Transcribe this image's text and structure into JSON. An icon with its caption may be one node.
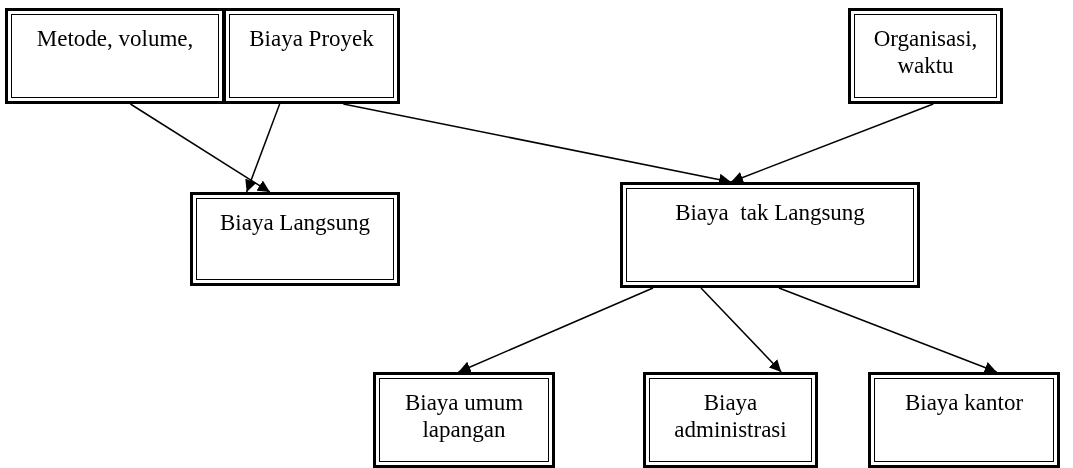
{
  "diagram": {
    "nodes": [
      {
        "text": [
          "Metode, volume,"
        ]
      },
      {
        "text": [
          "Biaya Proyek"
        ]
      },
      {
        "text": [
          "Organisasi, waktu"
        ]
      },
      {
        "text": [
          "Biaya Langsung"
        ]
      },
      {
        "text": [
          "Biaya  tak Langsung"
        ]
      },
      {
        "text": [
          "Biaya umum lapangan"
        ]
      },
      {
        "text": [
          "Biaya administrasi"
        ]
      },
      {
        "text": [
          "Biaya kantor"
        ]
      }
    ],
    "edges": [
      {
        "from": 0,
        "to": 3,
        "arrow": "to"
      },
      {
        "from": 1,
        "to": 3,
        "arrow": "to"
      },
      {
        "from": 1,
        "to": 4,
        "arrow": "to"
      },
      {
        "from": 2,
        "to": 4,
        "arrow": "to"
      },
      {
        "from": 4,
        "to": 5,
        "arrow": "to"
      },
      {
        "from": 4,
        "to": 6,
        "arrow": "to"
      },
      {
        "from": 4,
        "to": 7,
        "arrow": "to"
      }
    ]
  }
}
